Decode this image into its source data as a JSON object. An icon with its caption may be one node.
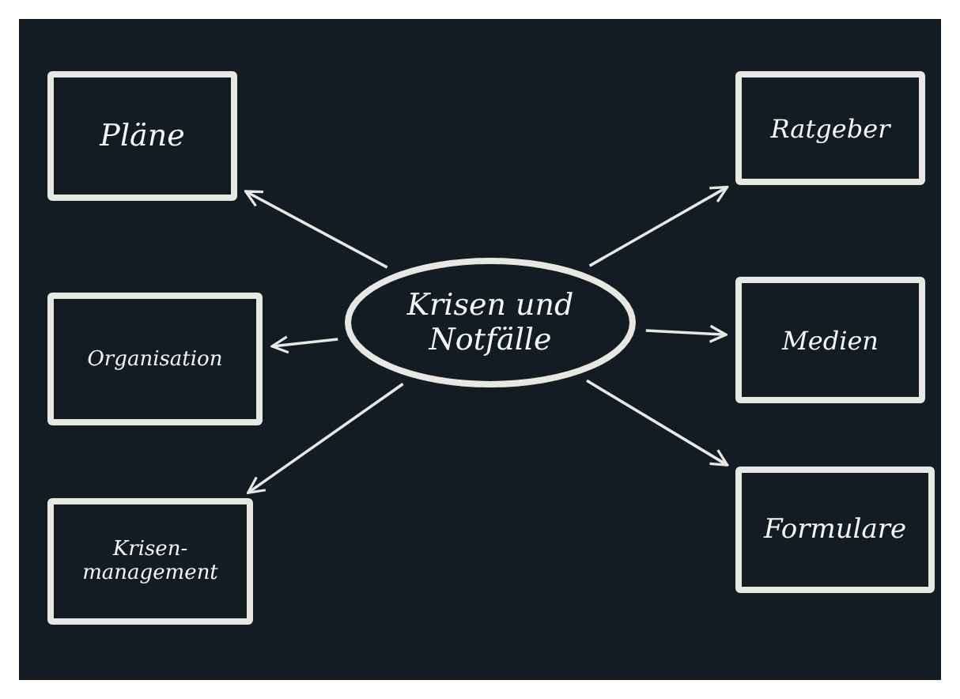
{
  "diagram": {
    "nodes": [
      {
        "text": [
          "Krisen und Notfälle"
        ]
      },
      {
        "text": [
          "Pläne"
        ]
      },
      {
        "text": [
          "Ratgeber"
        ]
      },
      {
        "text": [
          "Organisation"
        ]
      },
      {
        "text": [
          "Medien"
        ]
      },
      {
        "text": [
          "Krisen- management"
        ]
      },
      {
        "text": [
          "Formulare"
        ]
      }
    ],
    "edges": [
      {
        "from": 0,
        "to": 1,
        "arrow": "to"
      },
      {
        "from": 0,
        "to": 2,
        "arrow": "to"
      },
      {
        "from": 0,
        "to": 3,
        "arrow": "to"
      },
      {
        "from": 0,
        "to": 4,
        "arrow": "to"
      },
      {
        "from": 0,
        "to": 5,
        "arrow": "to"
      },
      {
        "from": 0,
        "to": 6,
        "arrow": "to"
      }
    ]
  }
}
